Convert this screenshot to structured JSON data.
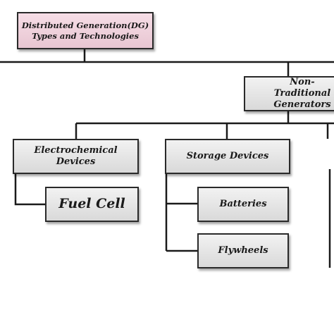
{
  "nodes": {
    "root": "Distributed Generation(DG) Types and Technologies",
    "non_traditional": "Non-Traditional Generators",
    "electrochemical": "Electrochemical Devices",
    "fuel_cell": "Fuel Cell",
    "storage": "Storage Devices",
    "batteries": "Batteries",
    "flywheels": "Flywheels"
  },
  "colors": {
    "root_fill": "#efd3dd",
    "box_fill": "#e4e4e4",
    "line": "#1a1a1a"
  }
}
